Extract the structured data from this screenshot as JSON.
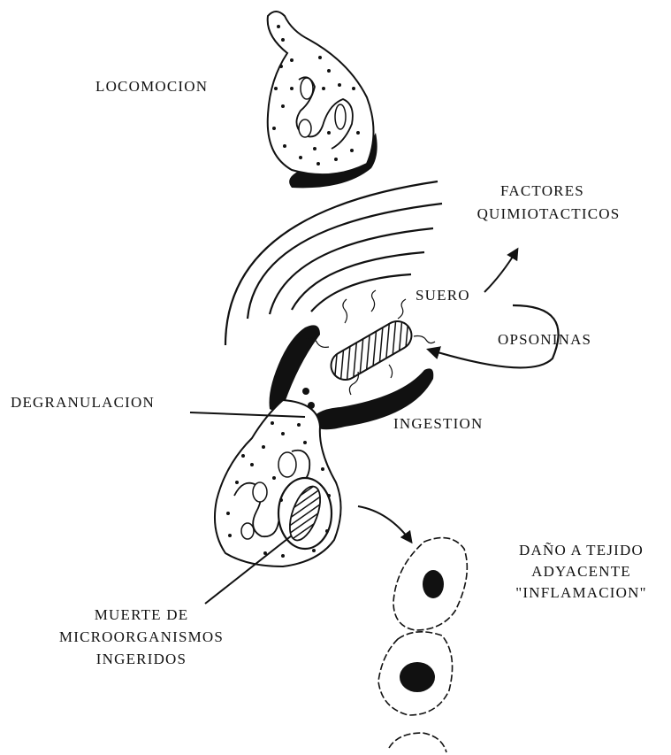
{
  "labels": {
    "locomocion": "LOCOMOCION",
    "factores_1": "FACTORES",
    "factores_2": "QUIMIOTACTICOS",
    "suero": "SUERO",
    "opsoninas": "OPSONINAS",
    "degranulacion": "DEGRANULACION",
    "ingestion": "INGESTION",
    "dano_1": "DAÑO A TEJIDO",
    "dano_2": "ADYACENTE",
    "dano_3": "\"INFLAMACION\"",
    "muerte_1": "MUERTE DE",
    "muerte_2": "MICROORGANISMOS",
    "muerte_3": "INGERIDOS"
  },
  "colors": {
    "ink": "#111111",
    "background": "#ffffff"
  }
}
